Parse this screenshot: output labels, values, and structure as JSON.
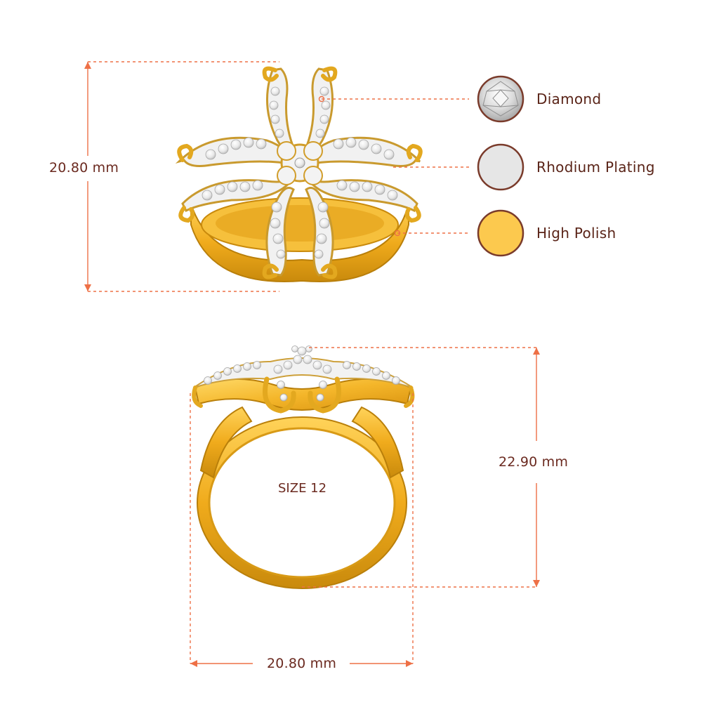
{
  "dimensions": {
    "top_height": "20.80 mm",
    "front_height": "22.90 mm",
    "front_width": "20.80 mm"
  },
  "size_text": "SIZE 12",
  "legend": {
    "diamond": {
      "label": "Diamond",
      "icon": "diamond-icon"
    },
    "rhodium": {
      "label": "Rhodium Plating",
      "icon": "rhodium-swatch",
      "color": "#e6e6e6"
    },
    "polish": {
      "label": "High Polish",
      "icon": "gold-swatch",
      "color": "#fcc94e"
    }
  },
  "colors": {
    "dimension_line": "#ee7046",
    "label_text": "#6b2a20",
    "gold": "#f4b62a",
    "gold_dark": "#c98a0c",
    "swatch_border": "#7a3b2b"
  }
}
